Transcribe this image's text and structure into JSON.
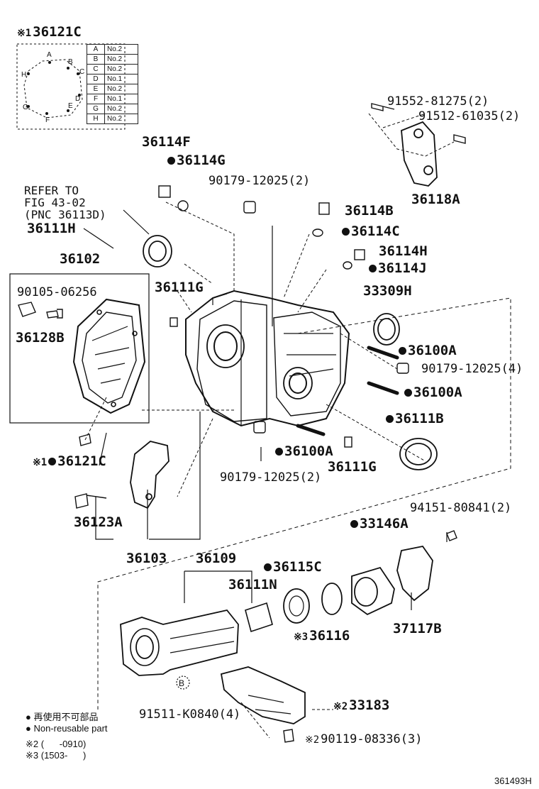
{
  "inset": {
    "title_mark": "※1",
    "title_code": "36121C",
    "points": [
      "A",
      "B",
      "C",
      "D",
      "E",
      "F",
      "G",
      "H"
    ],
    "rows": [
      {
        "key": "A",
        "val": "No.2"
      },
      {
        "key": "B",
        "val": "No.2"
      },
      {
        "key": "C",
        "val": "No.2"
      },
      {
        "key": "D",
        "val": "No.1"
      },
      {
        "key": "E",
        "val": "No.2"
      },
      {
        "key": "F",
        "val": "No.1"
      },
      {
        "key": "G",
        "val": "No.2"
      },
      {
        "key": "H",
        "val": "No.2"
      }
    ]
  },
  "labels": {
    "p91552": "91552-81275(2)",
    "p91512": "91512-61035(2)",
    "p36114F": "36114F",
    "p36114G": "36114G",
    "p90179a": "90179-12025(2)",
    "p36118A": "36118A",
    "refer": "REFER TO\nFIG 43-02\n(PNC 36113D)",
    "p36114B": "36114B",
    "p36111H": "36111H",
    "p36114C": "36114C",
    "p36114H": "36114H",
    "p36102": "36102",
    "p36114J": "36114J",
    "p90105": "90105-06256",
    "p36111G_top": "36111G",
    "p33309H": "33309H",
    "p36128B": "36128B",
    "p36100A_1": "36100A",
    "p90179b": "90179-12025(4)",
    "p36100A_2": "36100A",
    "p36111B": "36111B",
    "p36121C": "36121C",
    "p36121C_mark": "※1",
    "p36100A_3": "36100A",
    "p36111G_bot": "36111G",
    "p90179c": "90179-12025(2)",
    "p94151": "94151-80841(2)",
    "p36123A": "36123A",
    "p33146A": "33146A",
    "p36103": "36103",
    "p36109": "36109",
    "p36115C": "36115C",
    "p36111N": "36111N",
    "p36116": "36116",
    "p36116_mark": "※3",
    "p37117B": "37117B",
    "p33183": "33183",
    "p33183_mark": "※2",
    "p91511": "91511-K0840(4)",
    "p90119": "90119-08336(3)",
    "p90119_mark": "※2",
    "circle_b": "B"
  },
  "legend": {
    "line1": "● 再使用不可部品",
    "line2": "● Non-reusable part",
    "line3": "※2 (      -0910)",
    "line4": "※3 (1503-      )"
  },
  "ref_code": "361493H"
}
